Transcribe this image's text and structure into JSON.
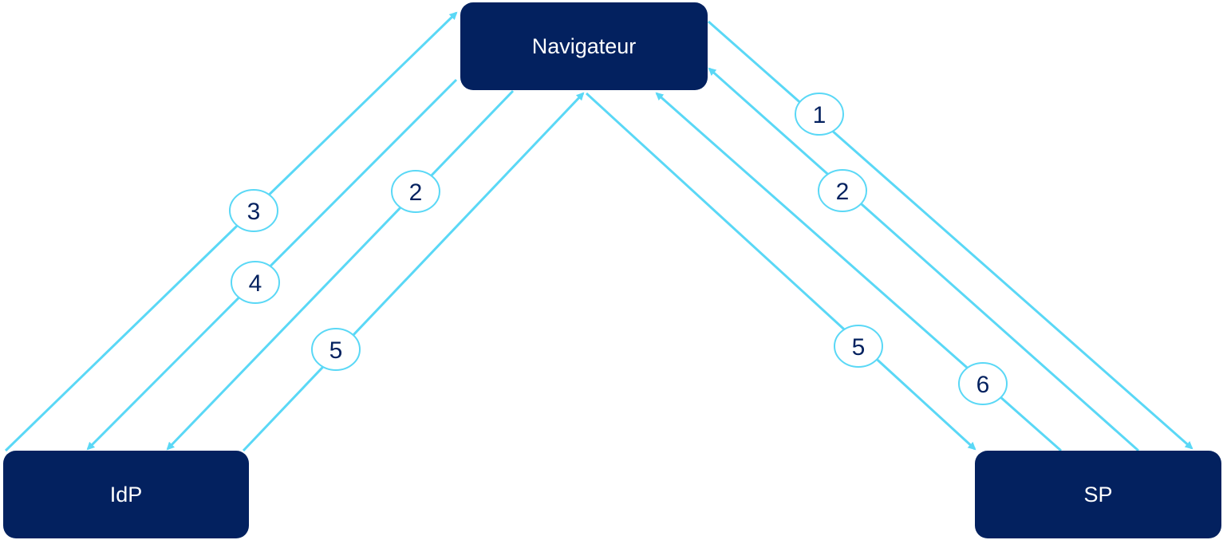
{
  "nodes": {
    "browser": {
      "label": "Navigateur"
    },
    "idp": {
      "label": "IdP"
    },
    "sp": {
      "label": "SP"
    }
  },
  "colors": {
    "node_fill": "#03215f",
    "node_text": "#ffffff",
    "arrow": "#5ad8f6",
    "step_text": "#03215f"
  },
  "steps": [
    {
      "id": "left-3",
      "label": "3",
      "from": "idp",
      "to": "browser"
    },
    {
      "id": "left-4",
      "label": "4",
      "from": "browser",
      "to": "idp"
    },
    {
      "id": "left-2",
      "label": "2",
      "from": "browser",
      "to": "idp"
    },
    {
      "id": "left-5",
      "label": "5",
      "from": "idp",
      "to": "browser"
    },
    {
      "id": "right-1",
      "label": "1",
      "from": "browser",
      "to": "sp"
    },
    {
      "id": "right-2",
      "label": "2",
      "from": "sp",
      "to": "browser"
    },
    {
      "id": "right-6",
      "label": "6",
      "from": "sp",
      "to": "browser"
    },
    {
      "id": "right-5",
      "label": "5",
      "from": "browser",
      "to": "sp"
    }
  ]
}
